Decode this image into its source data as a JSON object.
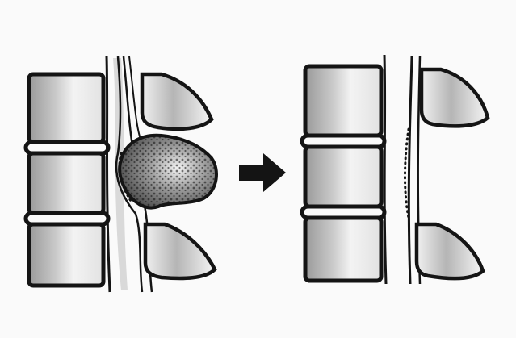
{
  "figure": {
    "panels": [
      {
        "id": "before",
        "vertebral_bodies": 3,
        "intervertebral_discs": 2,
        "lamina_segments": 2,
        "has_mass": true
      },
      {
        "id": "after",
        "vertebral_bodies": 3,
        "intervertebral_discs": 2,
        "lamina_segments": 2,
        "has_mass": false
      }
    ],
    "arrow": {
      "direction": "right",
      "icon": "arrow-right-icon"
    },
    "colors": {
      "ink": "#141414",
      "paper": "#fafafa",
      "shading": "#9a9a9a",
      "mass_fill": "#6e6e6e"
    }
  }
}
